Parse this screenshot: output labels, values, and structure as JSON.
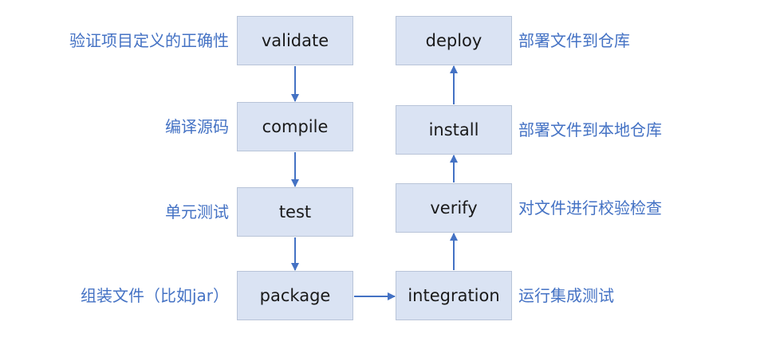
{
  "diagram": {
    "accent_color": "#4472c4",
    "box_fill": "#dae3f3",
    "left_column": [
      {
        "id": "validate",
        "label": "validate",
        "description": "验证项目定义的正确性"
      },
      {
        "id": "compile",
        "label": "compile",
        "description": "编译源码"
      },
      {
        "id": "test",
        "label": "test",
        "description": "单元测试"
      },
      {
        "id": "package",
        "label": "package",
        "description": "组装文件（比如jar）"
      }
    ],
    "right_column": [
      {
        "id": "deploy",
        "label": "deploy",
        "description": "部署文件到仓库"
      },
      {
        "id": "install",
        "label": "install",
        "description": "部署文件到本地仓库"
      },
      {
        "id": "verify",
        "label": "verify",
        "description": "对文件进行校验检查"
      },
      {
        "id": "integration",
        "label": "integration",
        "description": "运行集成测试"
      }
    ],
    "edges": [
      {
        "from": "validate",
        "to": "compile"
      },
      {
        "from": "compile",
        "to": "test"
      },
      {
        "from": "test",
        "to": "package"
      },
      {
        "from": "package",
        "to": "integration"
      },
      {
        "from": "integration",
        "to": "verify"
      },
      {
        "from": "verify",
        "to": "install"
      },
      {
        "from": "install",
        "to": "deploy"
      }
    ]
  }
}
